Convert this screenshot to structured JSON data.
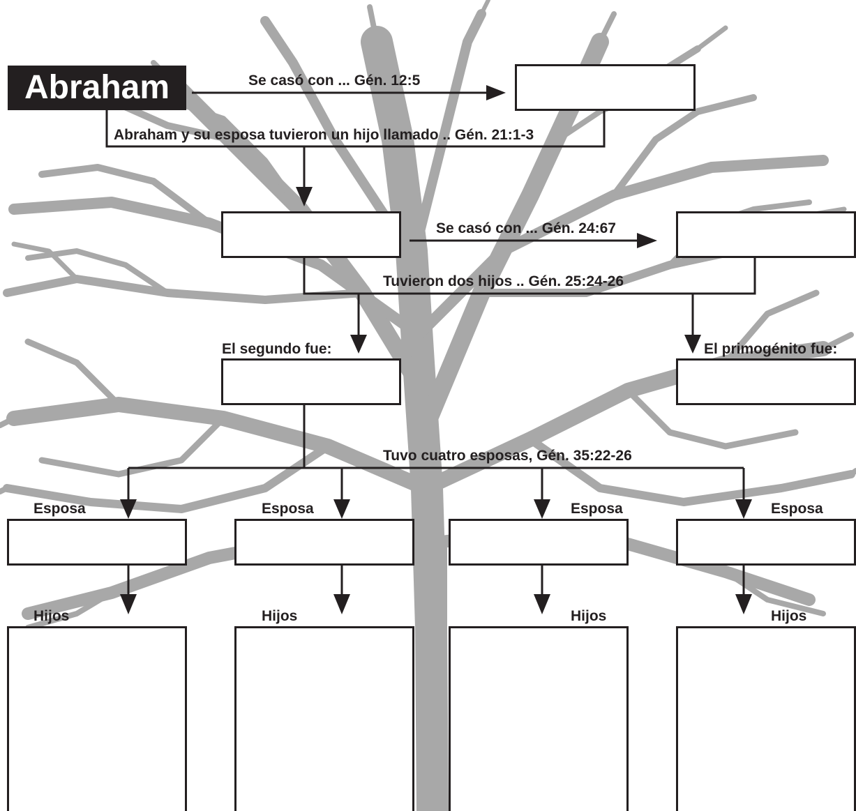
{
  "title": "Abraham",
  "colors": {
    "ink": "#231f20",
    "tree": "#a8a8a8",
    "paper": "#ffffff"
  },
  "labels": {
    "married_abraham": "Se casó con ... Gén. 12:5",
    "son_abraham": "Abraham y su esposa tuvieron un hijo llamado .. Gén. 21:1-3",
    "married_son": "Se casó con ... Gén. 24:67",
    "two_sons": "Tuvieron dos hijos .. Gén. 25:24-26",
    "second": "El segundo fue:",
    "firstborn": "El primogénito fue:",
    "four_wives": "Tuvo cuatro esposas, Gén. 35:22-26",
    "wives": [
      "Esposa",
      "Esposa",
      "Esposa",
      "Esposa"
    ],
    "children": [
      "Hijos",
      "Hijos",
      "Hijos",
      "Hijos"
    ]
  },
  "icons": {
    "connector": "arrow-down-icon",
    "background": "tree-silhouette-icon"
  }
}
